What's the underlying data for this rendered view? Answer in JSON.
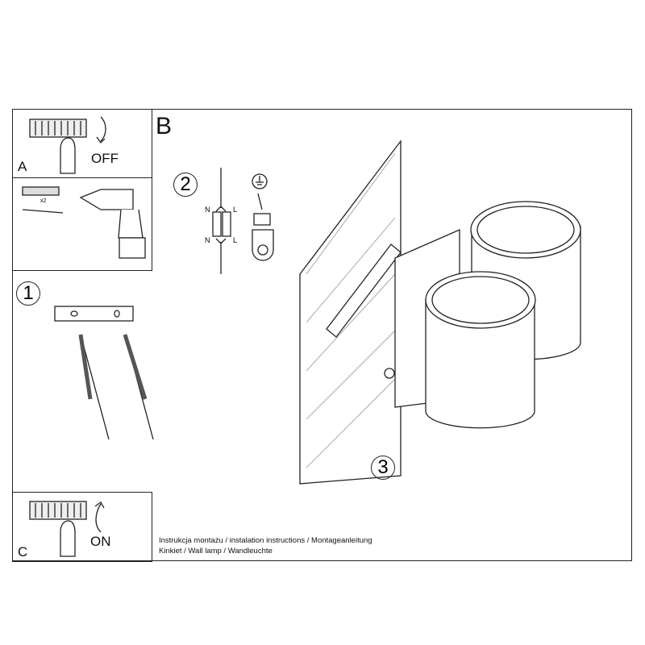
{
  "panels": {
    "a": {
      "letter": "A",
      "action": "OFF"
    },
    "b": {
      "letter": "B"
    },
    "c": {
      "letter": "C",
      "action": "ON"
    }
  },
  "drill_panel": {
    "quantity": "x2"
  },
  "steps": {
    "one": "1",
    "two": "2",
    "three": "3"
  },
  "wiring": {
    "n_top": "N",
    "l_top": "L",
    "n_bottom": "N",
    "l_bottom": "L"
  },
  "caption": {
    "line1": "Instrukcja montażu / instalation instructions / Montageanleitung",
    "line2": "Kinkiet / Wall lamp / Wandleuchte"
  }
}
